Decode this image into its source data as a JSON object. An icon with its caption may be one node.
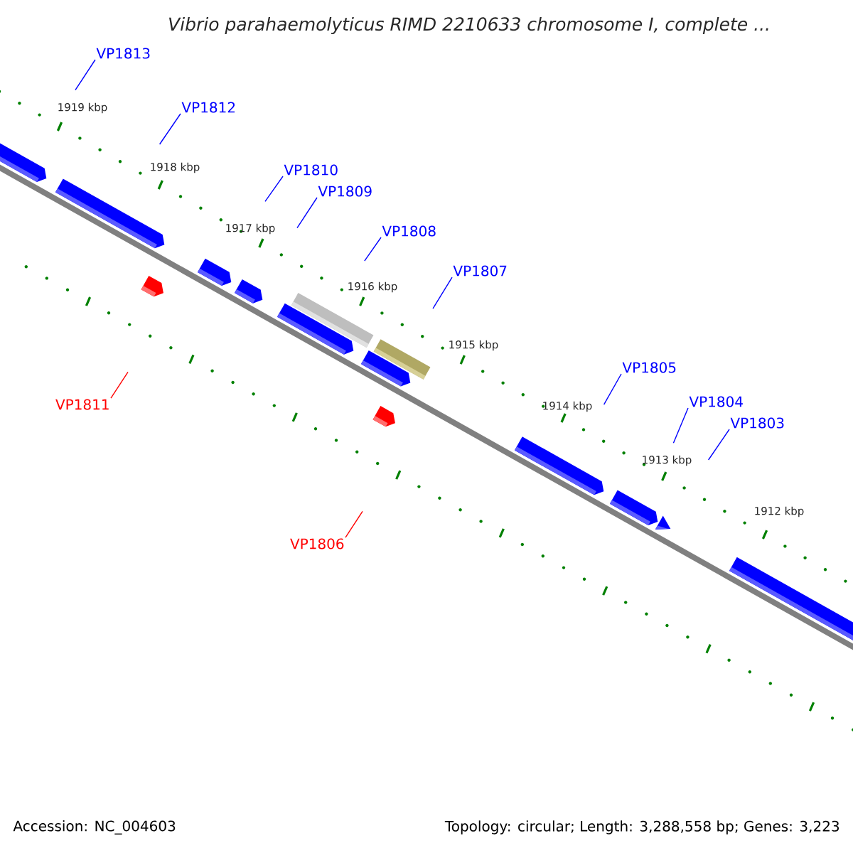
{
  "diagram": {
    "title": "Vibrio parahaemolyticus RIMD 2210633 chromosome I, complete ...",
    "nodes": [
      {
        "text": [
          "VP1813"
        ]
      },
      {
        "text": [
          "VP1812"
        ]
      },
      {
        "text": [
          "VP1810"
        ]
      },
      {
        "text": [
          "VP1809"
        ]
      },
      {
        "text": [
          "VP1808"
        ]
      },
      {
        "text": [
          "VP1807"
        ]
      },
      {
        "text": [
          "VP1805"
        ]
      },
      {
        "text": [
          "VP1811"
        ]
      },
      {
        "text": [
          "VP1804"
        ]
      },
      {
        "text": [
          "VP1803"
        ]
      },
      {
        "text": [
          "VP1806"
        ]
      }
    ],
    "edges": [
      {
        "from": 0,
        "to": null,
        "arrow": "none"
      },
      {
        "from": 1,
        "to": null,
        "arrow": "none"
      },
      {
        "from": 2,
        "to": null,
        "arrow": "none"
      },
      {
        "from": 3,
        "to": null,
        "arrow": "none"
      },
      {
        "from": 4,
        "to": null,
        "arrow": "none"
      },
      {
        "from": 5,
        "to": null,
        "arrow": "none"
      },
      {
        "from": 6,
        "to": null,
        "arrow": "none"
      },
      {
        "from": 7,
        "to": null,
        "arrow": "none",
        "color": "#ff0000"
      },
      {
        "from": 8,
        "to": null,
        "arrow": "none"
      },
      {
        "from": 9,
        "to": null,
        "arrow": "none"
      },
      {
        "from": 10,
        "to": null,
        "arrow": "none",
        "color": "#ff0000"
      }
    ],
    "labels": [
      "1919 kbp",
      "1918 kbp",
      "1917 kbp",
      "1916 kbp",
      "1915 kbp",
      "1914 kbp",
      "1913 kbp",
      "1912 kbp",
      "Accession: NC_004603",
      "Topology: circular; Length: 3,288,558 bp; Genes: 3,223"
    ]
  }
}
